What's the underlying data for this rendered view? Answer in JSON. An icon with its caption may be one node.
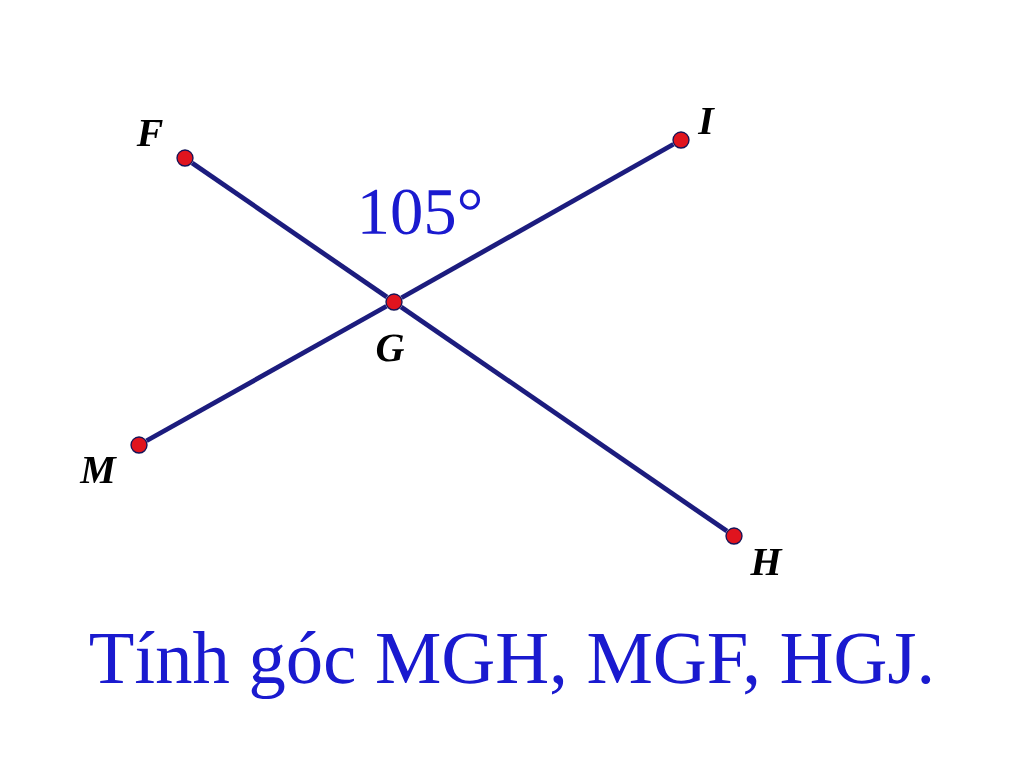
{
  "diagram": {
    "caption": "Tính góc MGH, MGF, HGJ.",
    "nodes": [
      {
        "text": [
          "F"
        ]
      },
      {
        "text": [
          "I"
        ]
      },
      {
        "text": [
          "G"
        ]
      },
      {
        "text": [
          "M"
        ]
      },
      {
        "text": [
          "H"
        ]
      }
    ],
    "edges": [
      {
        "from": 0,
        "to": 2,
        "arrow": "none"
      },
      {
        "from": 2,
        "to": 4,
        "arrow": "none"
      },
      {
        "from": 3,
        "to": 2,
        "arrow": "none"
      },
      {
        "from": 2,
        "to": 1,
        "arrow": "none"
      }
    ],
    "labels": [
      "105°"
    ]
  }
}
